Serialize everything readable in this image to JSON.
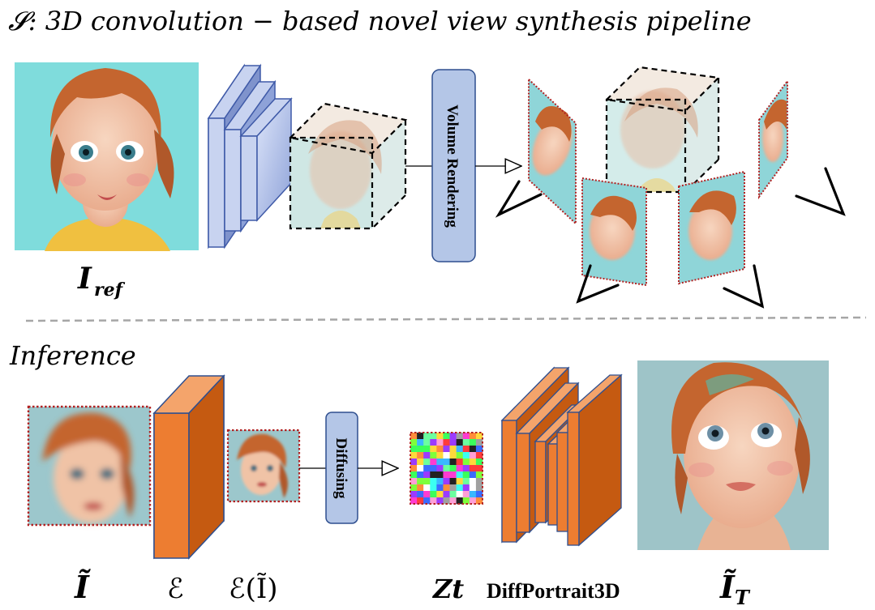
{
  "top": {
    "title": "𝓢: 3D convolution − based novel view synthesis pipeline",
    "label_ref": "I",
    "label_ref_sub": "ref",
    "block_label": "Volume Rendering"
  },
  "bottom": {
    "title": "Inference",
    "block_label": "Diffusing",
    "label_input": "Ĩ",
    "label_encoder": "ℰ",
    "label_encoded": "ℰ(Ĩ)",
    "label_latent": "Zt",
    "label_model": "DiffPortrait3D",
    "label_output": "Ĩ",
    "label_output_sub": "T"
  },
  "colors": {
    "blue_face": "#c8d3f0",
    "blue_side": "#9fb1e0",
    "blue_stroke": "#3f5aa8",
    "orange_face": "#ed7d31",
    "orange_side": "#c55a11",
    "orange_stroke": "#2f4f8f",
    "teal_bg": "#7fdcdc",
    "portrait_bg": "#9cc7cc",
    "hair": "#c4652f",
    "skin": "#f2c3a8",
    "red_dotted": "#b22222"
  }
}
